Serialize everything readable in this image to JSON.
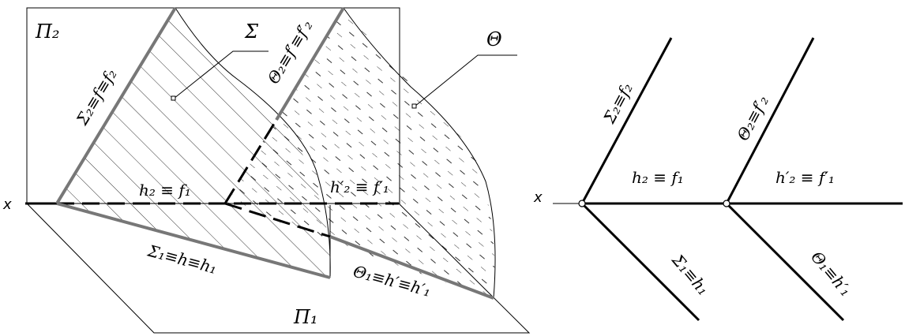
{
  "left_figure": {
    "pi2": "Π₂",
    "pi1": "Π₁",
    "x_axis": "x",
    "sigma": "Σ",
    "theta": "Θ",
    "sigma2_trace": "Σ₂≡f≡f₂",
    "theta2_trace": "Θ₂≡f′≡f′₂",
    "h2f1": "h₂ ≡ f₁",
    "h2pf1p": "h′₂ ≡ f′₁",
    "sigma1_trace": "Σ₁≡h≡h₁",
    "theta1_trace": "Θ₁≡h′≡h′₁"
  },
  "right_figure": {
    "x_axis": "x",
    "sigma2": "Σ₂≡f₂",
    "theta2": "Θ₂≡f′₂",
    "h2f1": "h₂ ≡ f₁",
    "h2pf1p": "h′₂ ≡ f′₁",
    "sigma1": "Σ₁≡h₁",
    "theta1": "Θ₁≡h′₁"
  }
}
